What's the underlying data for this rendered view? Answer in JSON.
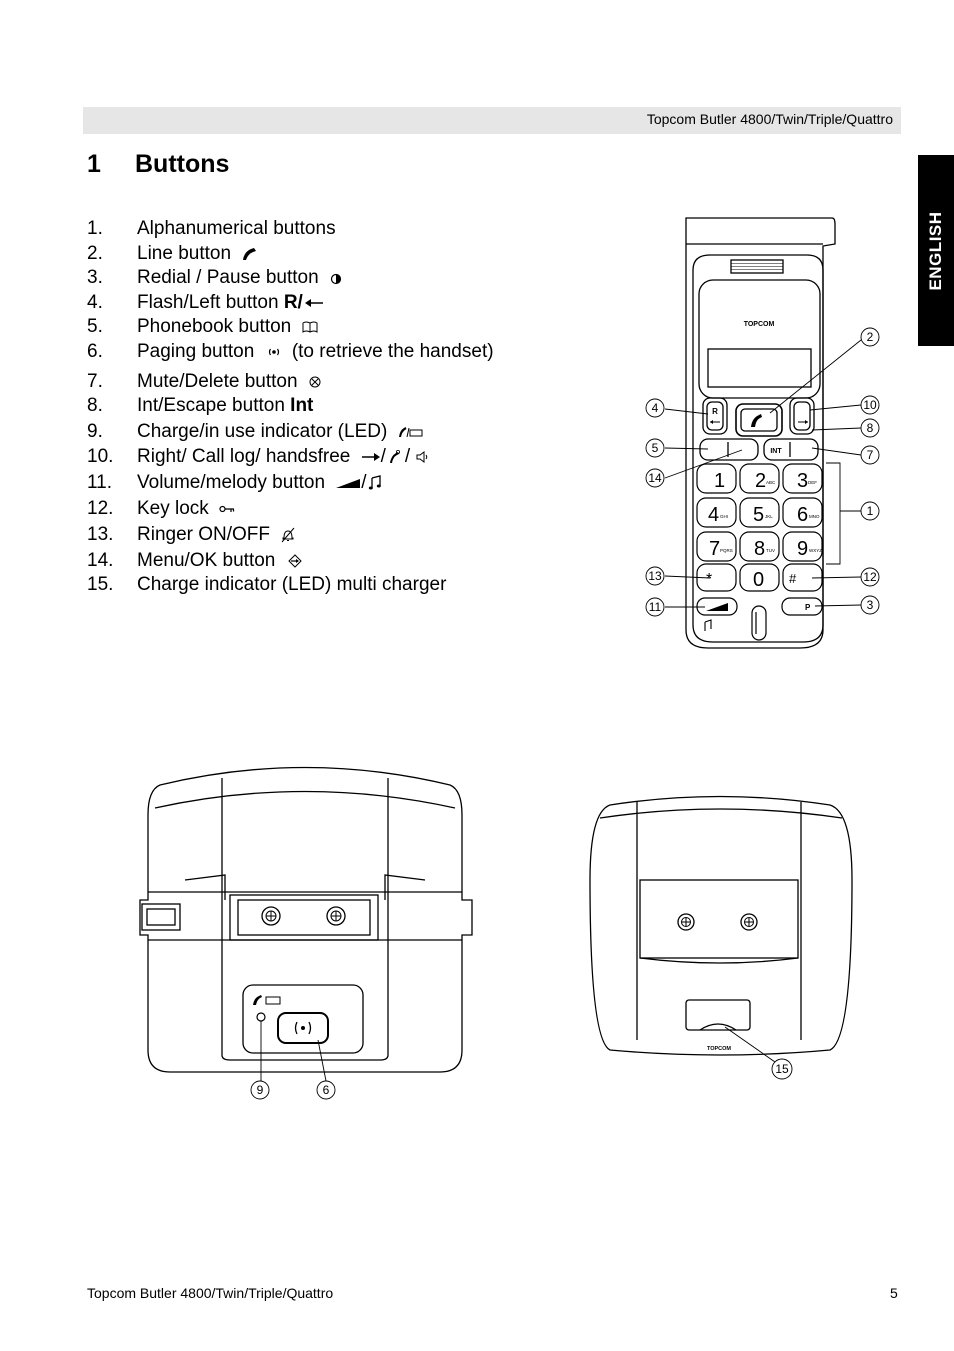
{
  "header": {
    "title": "Topcom Butler 4800/Twin/Triple/Quattro"
  },
  "language_tab": "ENGLISH",
  "section": {
    "number": "1",
    "title": "Buttons"
  },
  "buttons": [
    {
      "num": "1.",
      "label": "Alphanumerical buttons"
    },
    {
      "num": "2.",
      "label": "Line button"
    },
    {
      "num": "3.",
      "label": "Redial / Pause button"
    },
    {
      "num": "4.",
      "label": "Flash/Left button",
      "bold": "R/"
    },
    {
      "num": "5.",
      "label": "Phonebook button"
    },
    {
      "num": "6.",
      "label": "Paging button",
      "suffix": "(to retrieve the handset)"
    },
    {
      "num": "7.",
      "label": "Mute/Delete button"
    },
    {
      "num": "8.",
      "label": "Int/Escape button",
      "bold": "Int"
    },
    {
      "num": "9.",
      "label": "Charge/in use indicator (LED)"
    },
    {
      "num": "10.",
      "label": "Right/ Call log/ handsfree",
      "sep1": "/",
      "sep2": "/"
    },
    {
      "num": "11.",
      "label": "Volume/melody button",
      "sep": "/"
    },
    {
      "num": "12.",
      "label": "Key lock"
    },
    {
      "num": "13.",
      "label": "Ringer ON/OFF"
    },
    {
      "num": "14.",
      "label": "Menu/OK button"
    },
    {
      "num": "15.",
      "label": "Charge indicator (LED) multi charger"
    }
  ],
  "handset": {
    "brand": "TOPCOM",
    "keys": [
      {
        "digit": "1",
        "letters": ""
      },
      {
        "digit": "2",
        "letters": "ABC"
      },
      {
        "digit": "3",
        "letters": "DEF"
      },
      {
        "digit": "4",
        "letters": "GHI"
      },
      {
        "digit": "5",
        "letters": "JKL"
      },
      {
        "digit": "6",
        "letters": "MNO"
      },
      {
        "digit": "7",
        "letters": "PQRS"
      },
      {
        "digit": "8",
        "letters": "TUV"
      },
      {
        "digit": "9",
        "letters": "WXYZ"
      }
    ],
    "zero": "0",
    "star": "*",
    "hash": "#",
    "int_label": "INT",
    "r_label": "R",
    "p_label": "P",
    "callouts": [
      "1",
      "2",
      "3",
      "4",
      "5",
      "7",
      "8",
      "10",
      "11",
      "12",
      "13",
      "14"
    ]
  },
  "base": {
    "callouts": [
      "9",
      "6"
    ]
  },
  "charger": {
    "brand": "TOPCOM",
    "callouts": [
      "15"
    ]
  },
  "footer": {
    "left": "Topcom Butler 4800/Twin/Triple/Quattro",
    "page": "5"
  }
}
